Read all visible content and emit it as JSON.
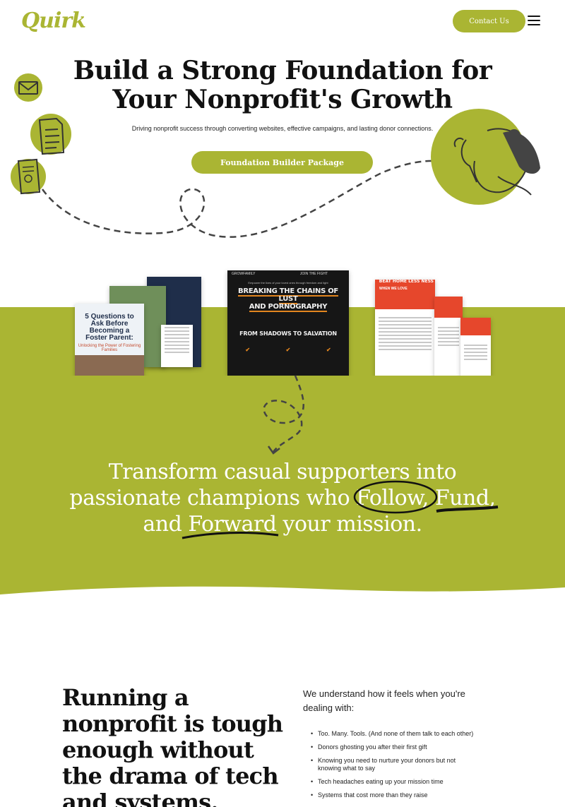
{
  "header": {
    "logo": "Quirk",
    "contact_label": "Contact Us"
  },
  "hero": {
    "title_line1": "Build a Strong Foundation for",
    "title_line2": "Your Nonprofit's Growth",
    "subtitle": "Driving nonprofit success through converting websites, effective campaigns, and lasting donor connections.",
    "cta_label": "Foundation Builder Package"
  },
  "mockups": {
    "foster": {
      "title": "5 Questions to Ask Before Becoming a Foster Parent:",
      "subtitle": "Unlocking the Power of Fostering Families"
    },
    "chains": {
      "top_left": "GROWFAMILY",
      "top_right": "JOIN THE FIGHT",
      "intro": "Empower the lives of your loved ones through freedom and light",
      "heading_line1": "BREAKING THE CHAINS OF LUST",
      "heading_line2": "AND PORNOGRAPHY",
      "sub": "FROM SHADOWS TO SALVATION"
    },
    "homeless": {
      "label": "WHEN WE LOVE",
      "big": "BEAT HOME LESS NESS"
    }
  },
  "transform": {
    "line1": "Transform casual supporters into",
    "line2_pre": "passionate champions who ",
    "follow": "Follow",
    "comma1": ", ",
    "fund": "Fund",
    "comma2": ",",
    "line3_pre": "and ",
    "forward": "Forward",
    "line3_post": " your mission."
  },
  "running": {
    "heading": "Running a nonprofit is tough enough without the drama of tech and systems.",
    "intro": "We understand how it feels when you're dealing with:",
    "items": [
      "Too. Many. Tools. (And none of them talk to each other)",
      "Donors ghosting you after their first gift",
      "Knowing you need to nurture your donors but not knowing what to say",
      "Tech headaches eating up your mission time",
      "Systems that cost more than they raise"
    ]
  },
  "colors": {
    "accent": "#aab533",
    "dark": "#111111",
    "orange": "#e2851f",
    "red": "#e6472c"
  }
}
